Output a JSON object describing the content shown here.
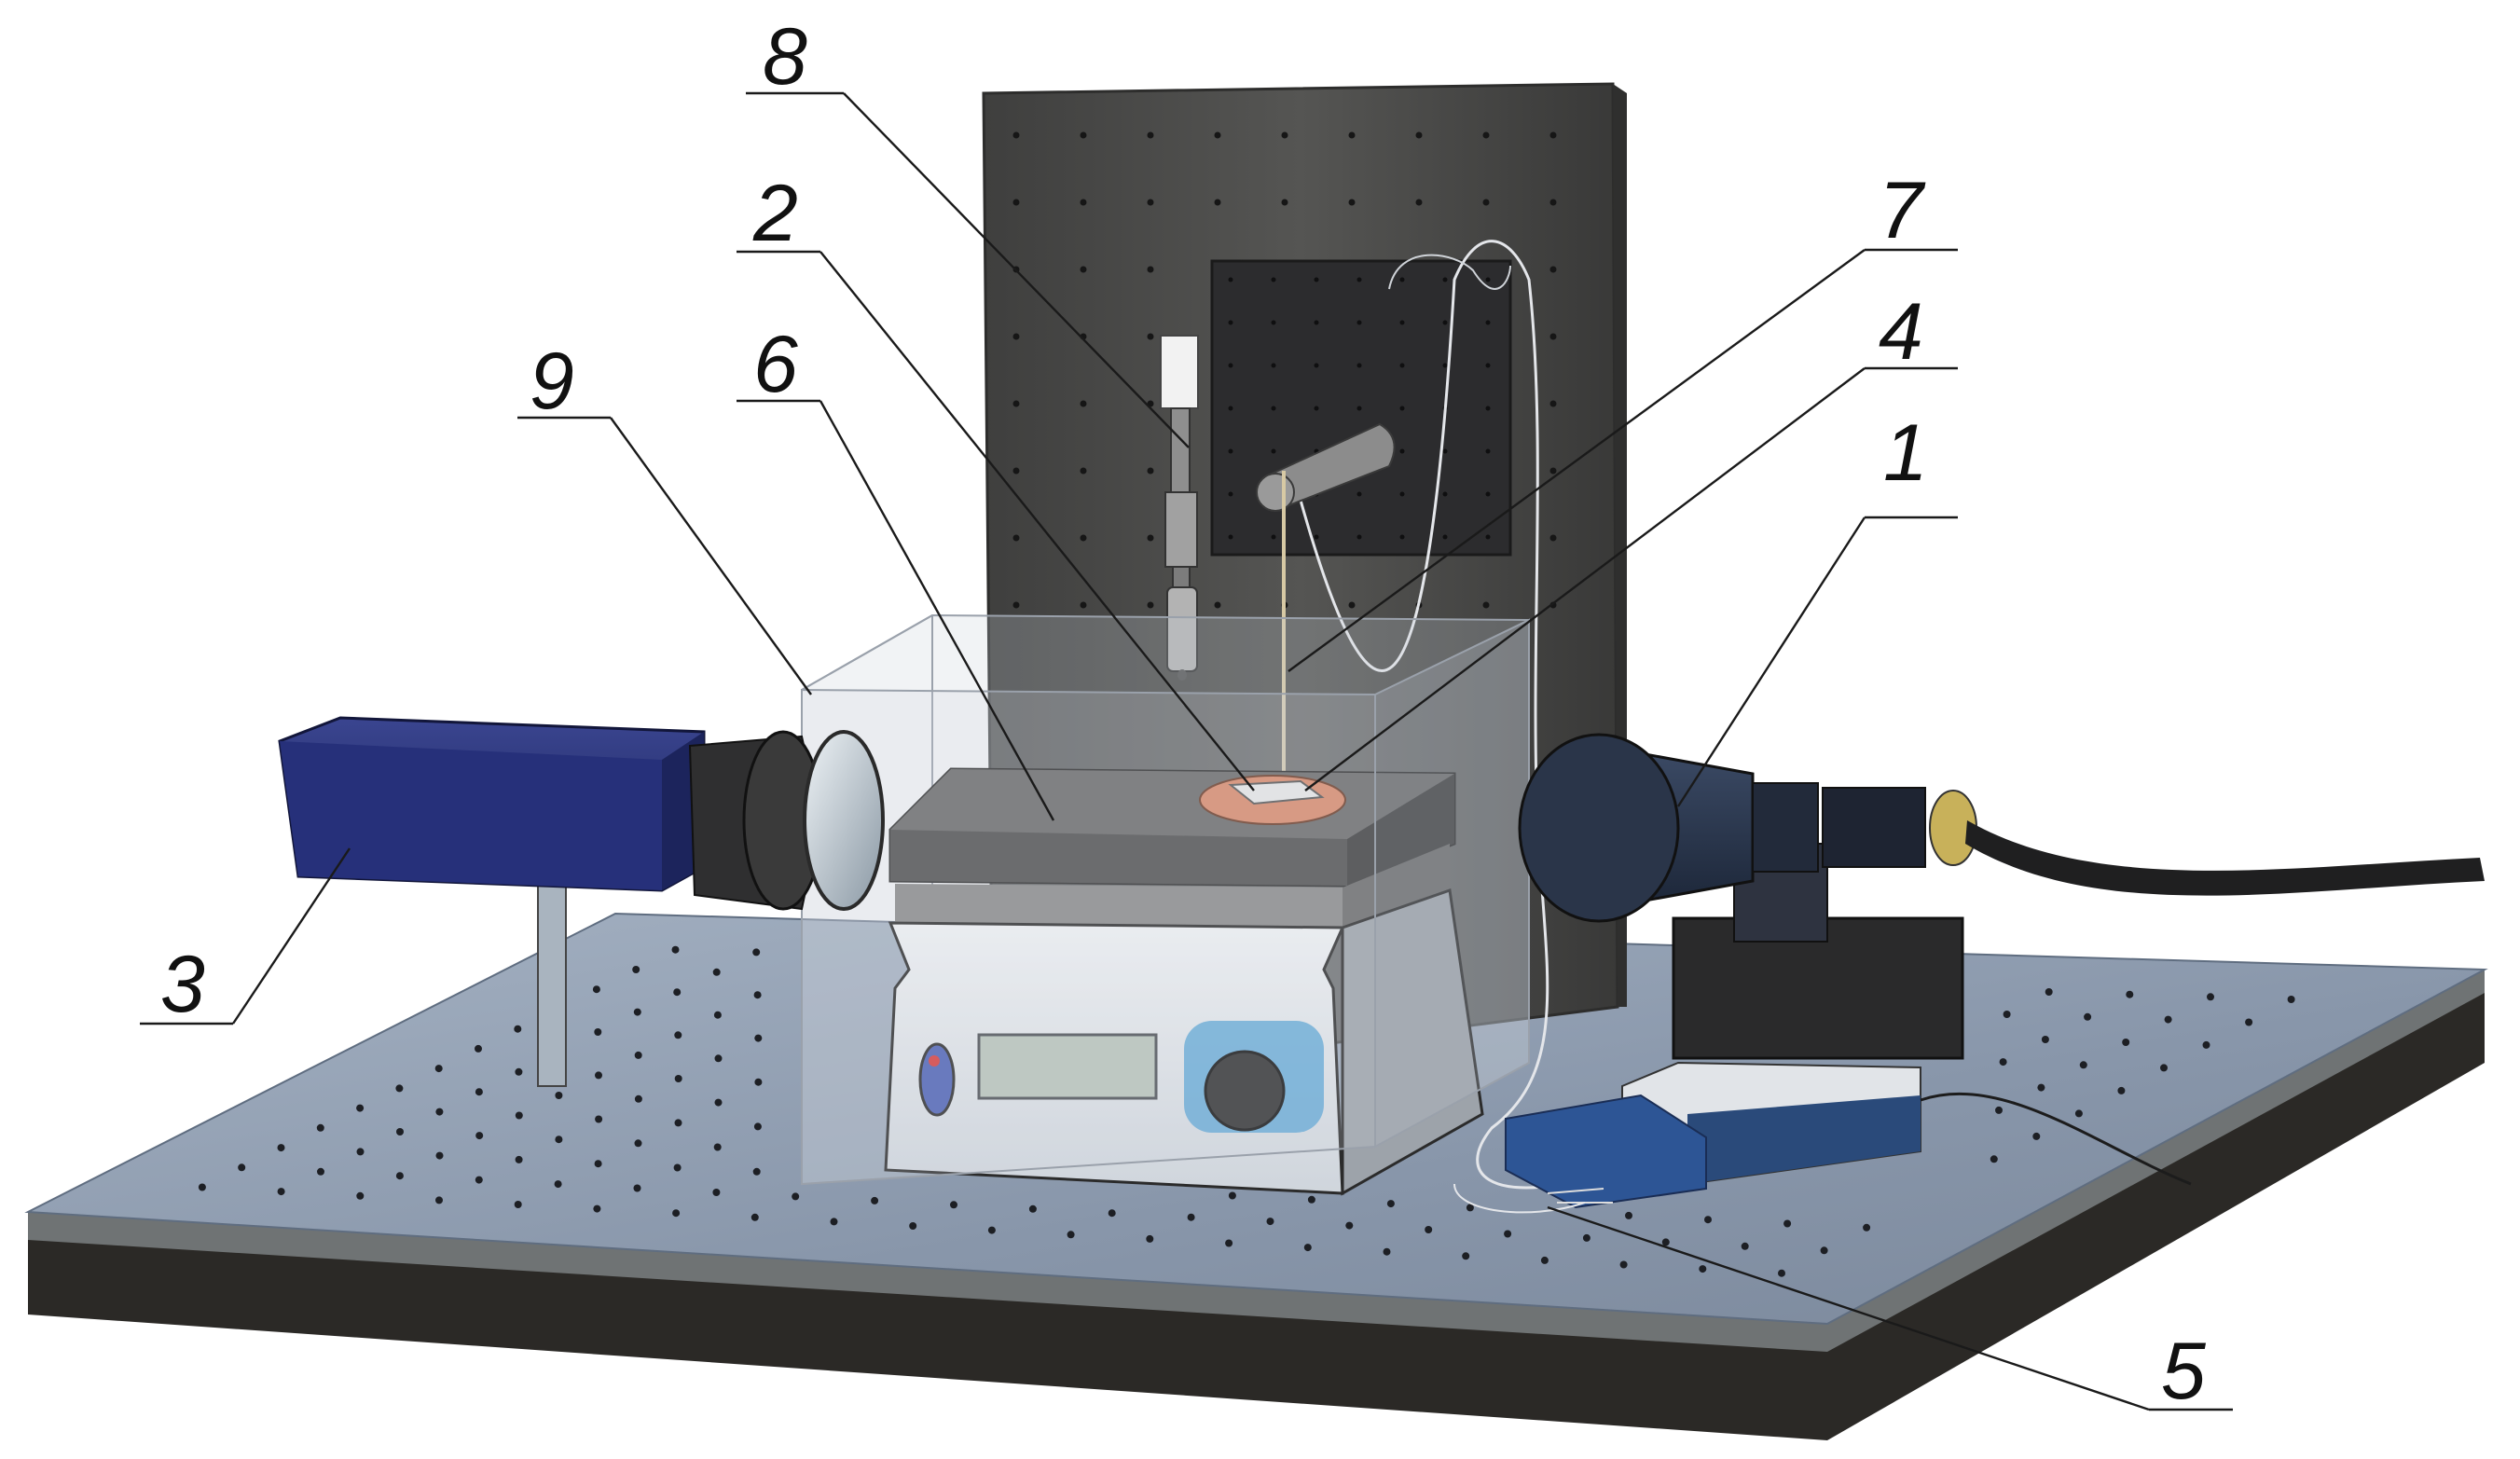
{
  "labels": {
    "l1": "1",
    "l2": "2",
    "l3": "3",
    "l4": "4",
    "l5": "5",
    "l6": "6",
    "l7": "7",
    "l8": "8",
    "l9": "9"
  },
  "colors": {
    "table_top": "#8e9caf",
    "table_edge": "#2c2a27",
    "backboard": "#4a4a48",
    "camera_body": "#27306e",
    "lamp_body": "#28344a",
    "heater_top": "#6b6b6b",
    "heater_front": "#e6eaee",
    "sample_disk": "#d9896b",
    "enclosure_glass": "#c9ced6"
  }
}
